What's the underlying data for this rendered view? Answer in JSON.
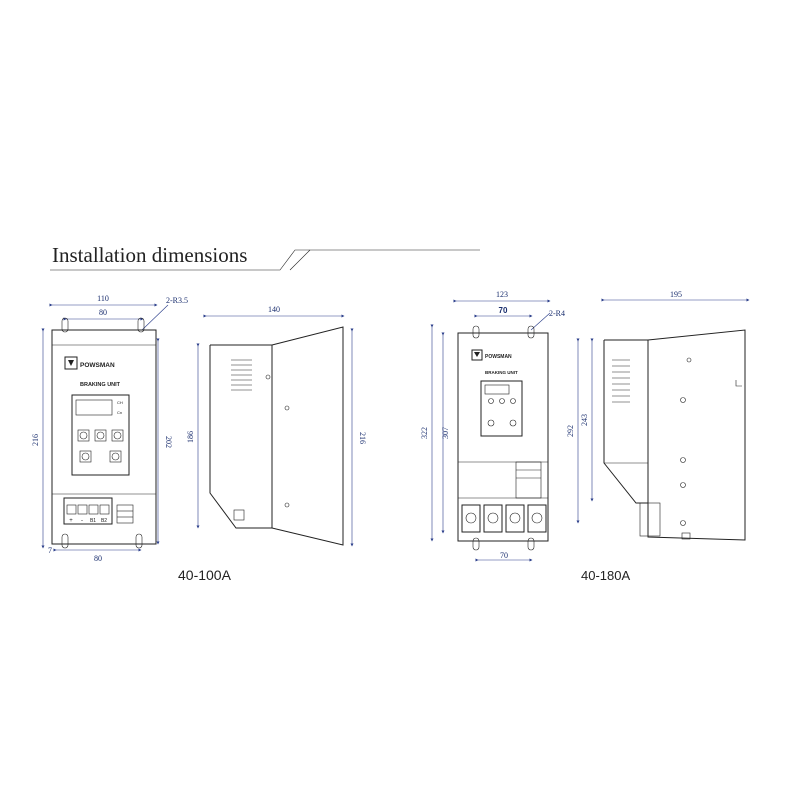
{
  "heading": "Installation dimensions",
  "models": [
    {
      "label": "40-100A",
      "front": {
        "brand": "POWSMAN",
        "panel_title": "BRAKING UNIT",
        "led_labels": [
          "CH",
          "Cn"
        ],
        "terminal_labels": [
          "+",
          "-",
          "B1",
          "B2"
        ],
        "dims": {
          "width_outer": "110",
          "width_inner": "80",
          "hole": "2-R3.5",
          "height_outer": "216",
          "height_inner": "202",
          "bottom_offset": "7",
          "bottom_width": "80"
        }
      },
      "side": {
        "dims": {
          "depth": "140",
          "height_left": "186",
          "height_right": "216"
        }
      }
    },
    {
      "label": "40-180A",
      "front": {
        "brand": "POWSMAN",
        "panel_title": "BRAKING UNIT",
        "dims": {
          "width_outer": "123",
          "width_inner": "70",
          "hole": "2-R4",
          "height_outer": "322",
          "height_inner": "307",
          "bottom_width": "70"
        }
      },
      "side": {
        "dims": {
          "depth": "195",
          "height_left": "292",
          "height_right": "243"
        }
      }
    }
  ]
}
